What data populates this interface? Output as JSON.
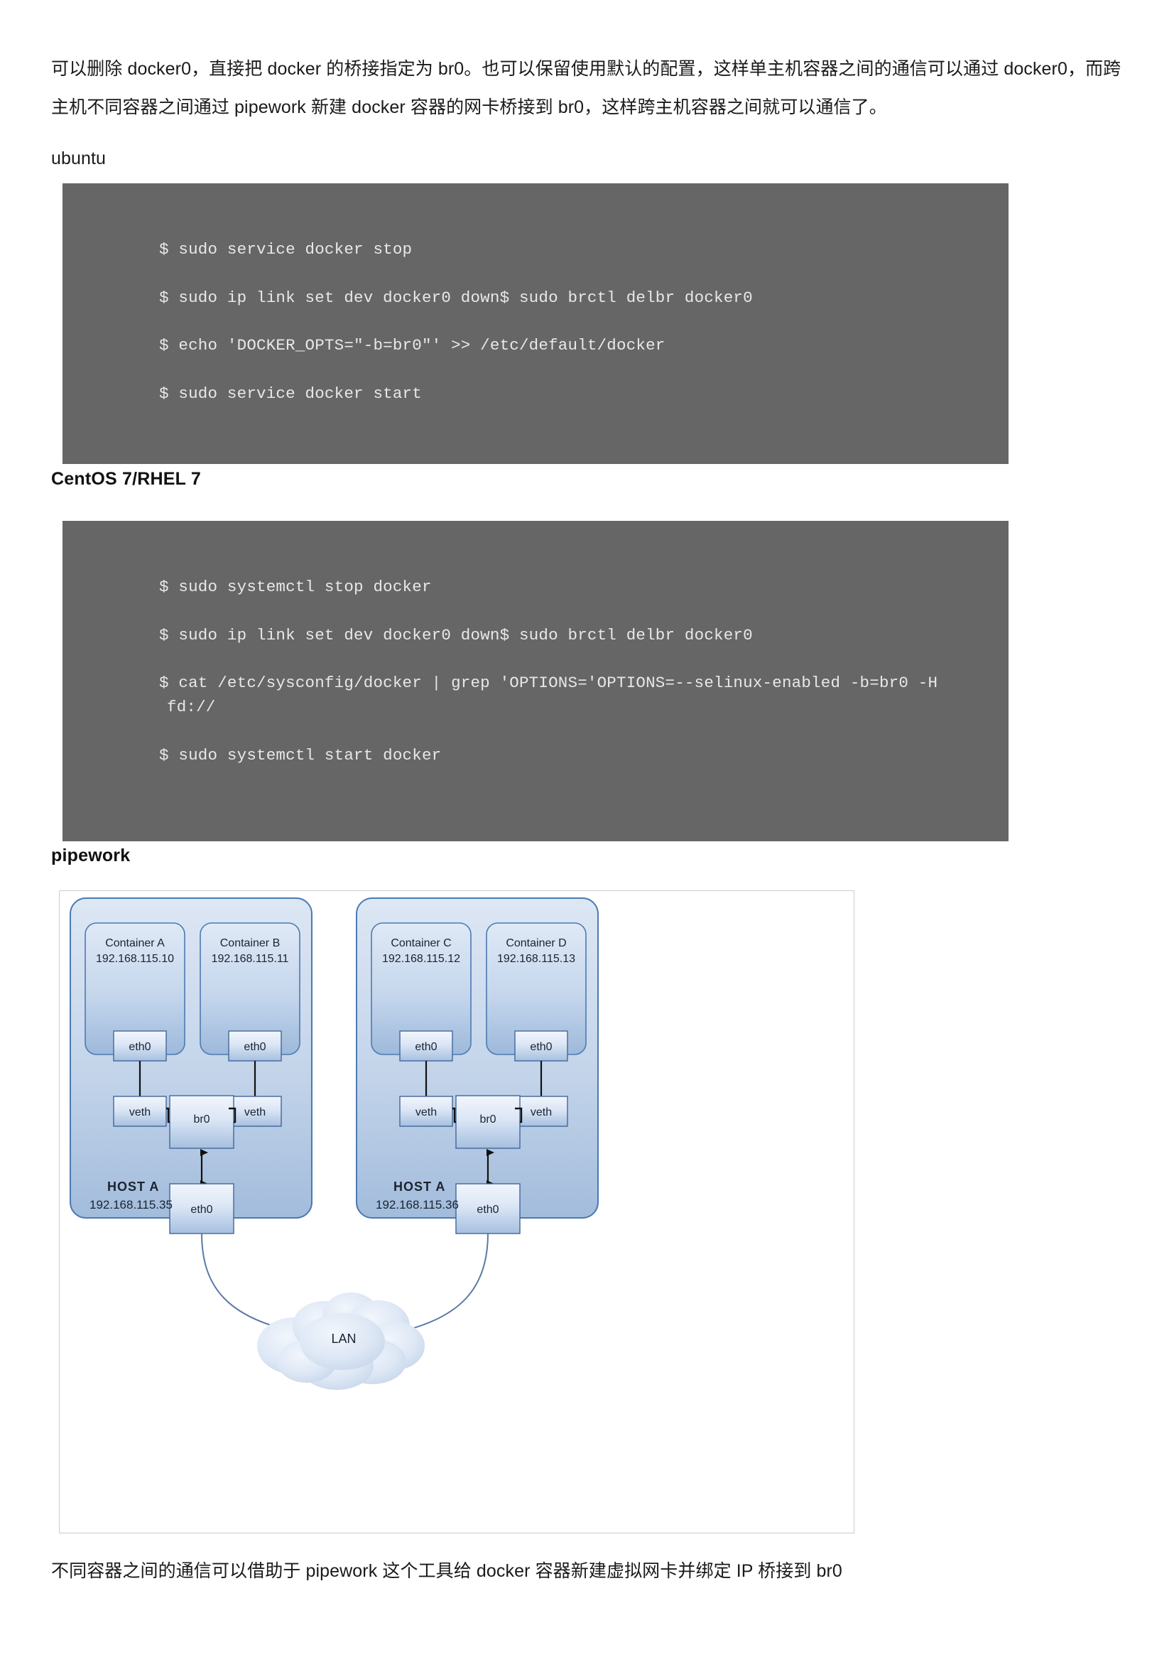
{
  "document": {
    "intro_paragraph": "可以删除 docker0，直接把 docker 的桥接指定为 br0。也可以保留使用默认的配置，这样单主机容器之间的通信可以通过 docker0，而跨主机不同容器之间通过 pipework 新建 docker 容器的网卡桥接到 br0，这样跨主机容器之间就可以通信了。",
    "ubuntu_label": "ubuntu",
    "centos_heading": "CentOS 7/RHEL 7",
    "pipework_heading": "pipework",
    "caption": "不同容器之间的通信可以借助于 pipework 这个工具给 docker 容器新建虚拟网卡并绑定 IP 桥接到 br0"
  },
  "code_blocks": {
    "ubuntu": {
      "background_color": "#666666",
      "text_color": "#e8e8e8",
      "lines": [
        {
          "text": "$ sudo service docker stop",
          "indented": false
        },
        {
          "text": "$ sudo ip link set dev docker0 down$ sudo brctl delbr docker0",
          "indented": false
        },
        {
          "text": "$ echo 'DOCKER_OPTS=\"-b=br0\"' >> /etc/default/docker",
          "indented": false
        },
        {
          "text": "$ sudo service docker start",
          "indented": false
        }
      ]
    },
    "centos": {
      "background_color": "#666666",
      "text_color": "#e8e8e8",
      "lines": [
        {
          "text": "$ sudo systemctl stop docker",
          "indented": false
        },
        {
          "text": "$ sudo ip link set dev docker0 down$ sudo brctl delbr docker0",
          "indented": false
        },
        {
          "text": "$ cat /etc/sysconfig/docker | grep 'OPTIONS='OPTIONS=--selinux-enabled -b=br0 -H",
          "indented": false
        },
        {
          "text": "fd://",
          "indented": true
        },
        {
          "text": "$ sudo systemctl start docker",
          "indented": false
        }
      ]
    }
  },
  "diagram": {
    "border_color": "#cccccc",
    "host_fill_top": "#d9e4f2",
    "host_fill_bottom": "#9cb8da",
    "host_stroke": "#4c7ab0",
    "box_fill_top": "#eef3fa",
    "box_fill_bottom": "#a9c2e0",
    "box_stroke": "#5a7fae",
    "line_color": "#1a1a1a",
    "cloud_fill": "#d6e2f2",
    "cloud_label": "LAN",
    "hosts": [
      {
        "id": "host-left",
        "name": "HOST A",
        "ip": "192.168.115.35",
        "bridge_label": "br0",
        "host_nic_label": "eth0",
        "containers": [
          {
            "name": "Container A",
            "ip": "192.168.115.10",
            "nic_label": "eth0",
            "veth_label": "veth"
          },
          {
            "name": "Container B",
            "ip": "192.168.115.11",
            "nic_label": "eth0",
            "veth_label": "veth"
          }
        ]
      },
      {
        "id": "host-right",
        "name": "HOST A",
        "ip": "192.168.115.36",
        "bridge_label": "br0",
        "host_nic_label": "eth0",
        "containers": [
          {
            "name": "Container C",
            "ip": "192.168.115.12",
            "nic_label": "eth0",
            "veth_label": "veth"
          },
          {
            "name": "Container D",
            "ip": "192.168.115.13",
            "nic_label": "eth0",
            "veth_label": "veth"
          }
        ]
      }
    ]
  }
}
